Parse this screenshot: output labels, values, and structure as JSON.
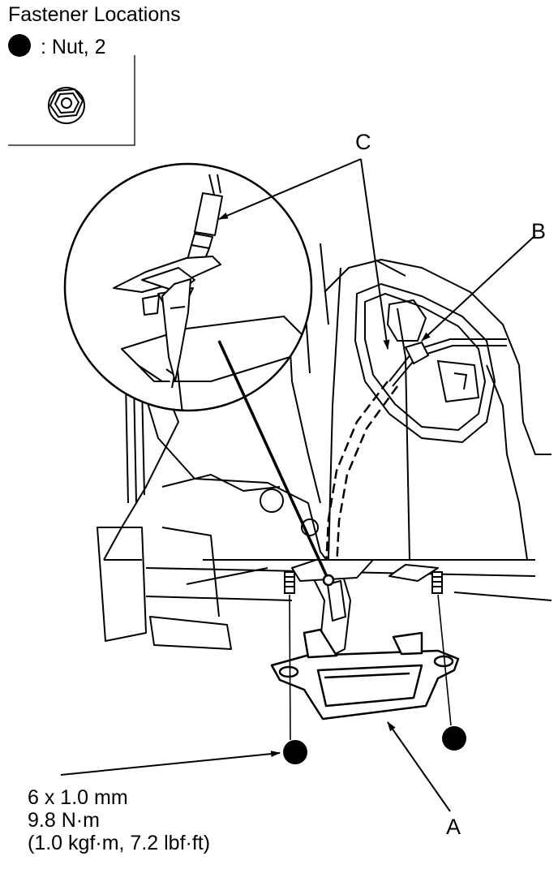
{
  "legend": {
    "title": "Fastener Locations",
    "item_text": ": Nut, 2",
    "symbol": "filled-circle-icon",
    "fastener_icon": "flange-nut-icon"
  },
  "callouts": {
    "a": "A",
    "b": "B",
    "c": "C"
  },
  "torque_spec": {
    "size": "6 x 1.0 mm",
    "torque_nm": "9.8 N·m",
    "torque_alt": "(1.0 kgf·m, 7.2 lbf·ft)"
  },
  "colors": {
    "ink": "#000000",
    "paper": "#ffffff"
  }
}
